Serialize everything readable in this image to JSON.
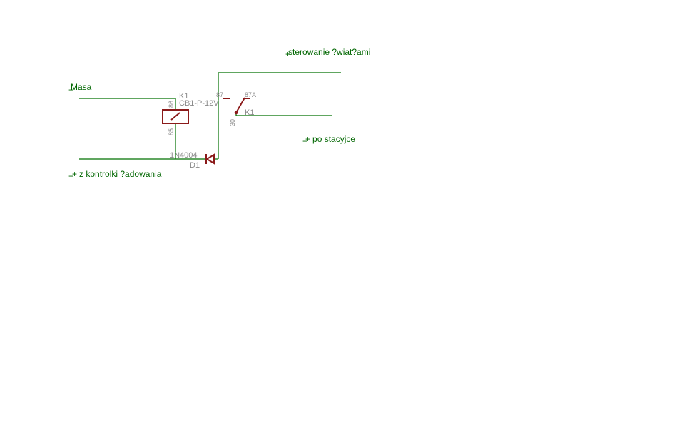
{
  "net_labels": {
    "masa": "Masa",
    "kontrolki": "z kontrolki ?adowania",
    "sterowanie": "sterowanie ?wiat?ami",
    "stacyjce": "po stacyjce",
    "plus_mark": "+"
  },
  "relay": {
    "name": "K1",
    "value": "CB1-P-12V",
    "contact_name": "K1",
    "pins": {
      "p86": "86",
      "p85": "85",
      "p87": "87",
      "p87a": "87A",
      "p30": "30"
    }
  },
  "diode": {
    "name": "D1",
    "value": "1N4004"
  },
  "colors": {
    "wire": "#007000",
    "symbol": "#8b1a1a",
    "label": "#006600",
    "part_text": "#8a8a8a",
    "background": "#ffffff"
  }
}
